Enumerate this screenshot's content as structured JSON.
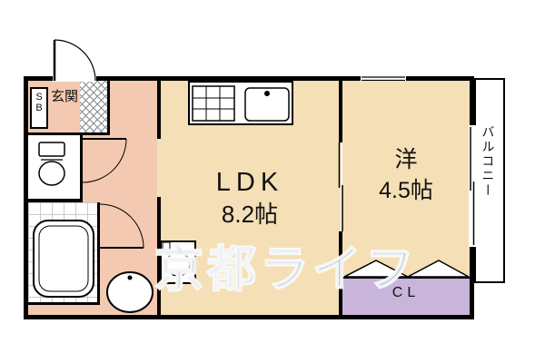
{
  "floorplan": {
    "watermark": "京都ライフ",
    "rooms": {
      "ldk": {
        "label": "LDK",
        "size": "8.2帖"
      },
      "western": {
        "label": "洋",
        "size": "4.5帖"
      },
      "balcony": {
        "label": "バルコニー"
      },
      "closet": {
        "label": "CL"
      },
      "entrance": {
        "label": "玄関"
      },
      "shoebox": {
        "label": "SB"
      }
    },
    "colors": {
      "wall": "#000000",
      "ldk_floor": "#f4dfb6",
      "hall_floor": "#f3c9b1",
      "closet_floor": "#c9b4db",
      "balcony_floor": "#ffffff",
      "watermark": "#7c8fa8"
    },
    "icons": [
      "entrance-door-icon",
      "toilet-icon",
      "bathtub-icon",
      "stove-icon",
      "kitchen-sink-icon",
      "washing-machine-icon",
      "wash-basin-icon",
      "closet-folding-doors-icon",
      "sliding-door-icon",
      "balcony-window-icon"
    ]
  }
}
